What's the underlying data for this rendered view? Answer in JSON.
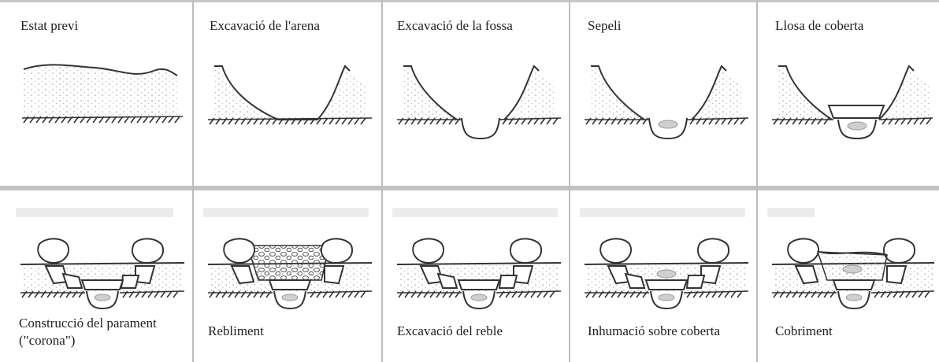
{
  "figure": {
    "panels": [
      {
        "id": "estat-previ",
        "label": "Estat previ"
      },
      {
        "id": "excavacio-arena",
        "label": "Excavació de l'arena"
      },
      {
        "id": "excavacio-fossa",
        "label": "Excavació de la fossa"
      },
      {
        "id": "sepeli",
        "label": "Sepeli"
      },
      {
        "id": "llosa-coberta",
        "label": "Llosa de coberta"
      },
      {
        "id": "construccio-parament",
        "label": "Construcció del parament (\"corona\")"
      },
      {
        "id": "rebliment",
        "label": "Rebliment"
      },
      {
        "id": "excavacio-reble",
        "label": "Excavació del reble"
      },
      {
        "id": "inhumacio-coberta",
        "label": "Inhumació sobre coberta"
      },
      {
        "id": "cobriment",
        "label": "Cobriment"
      }
    ]
  }
}
